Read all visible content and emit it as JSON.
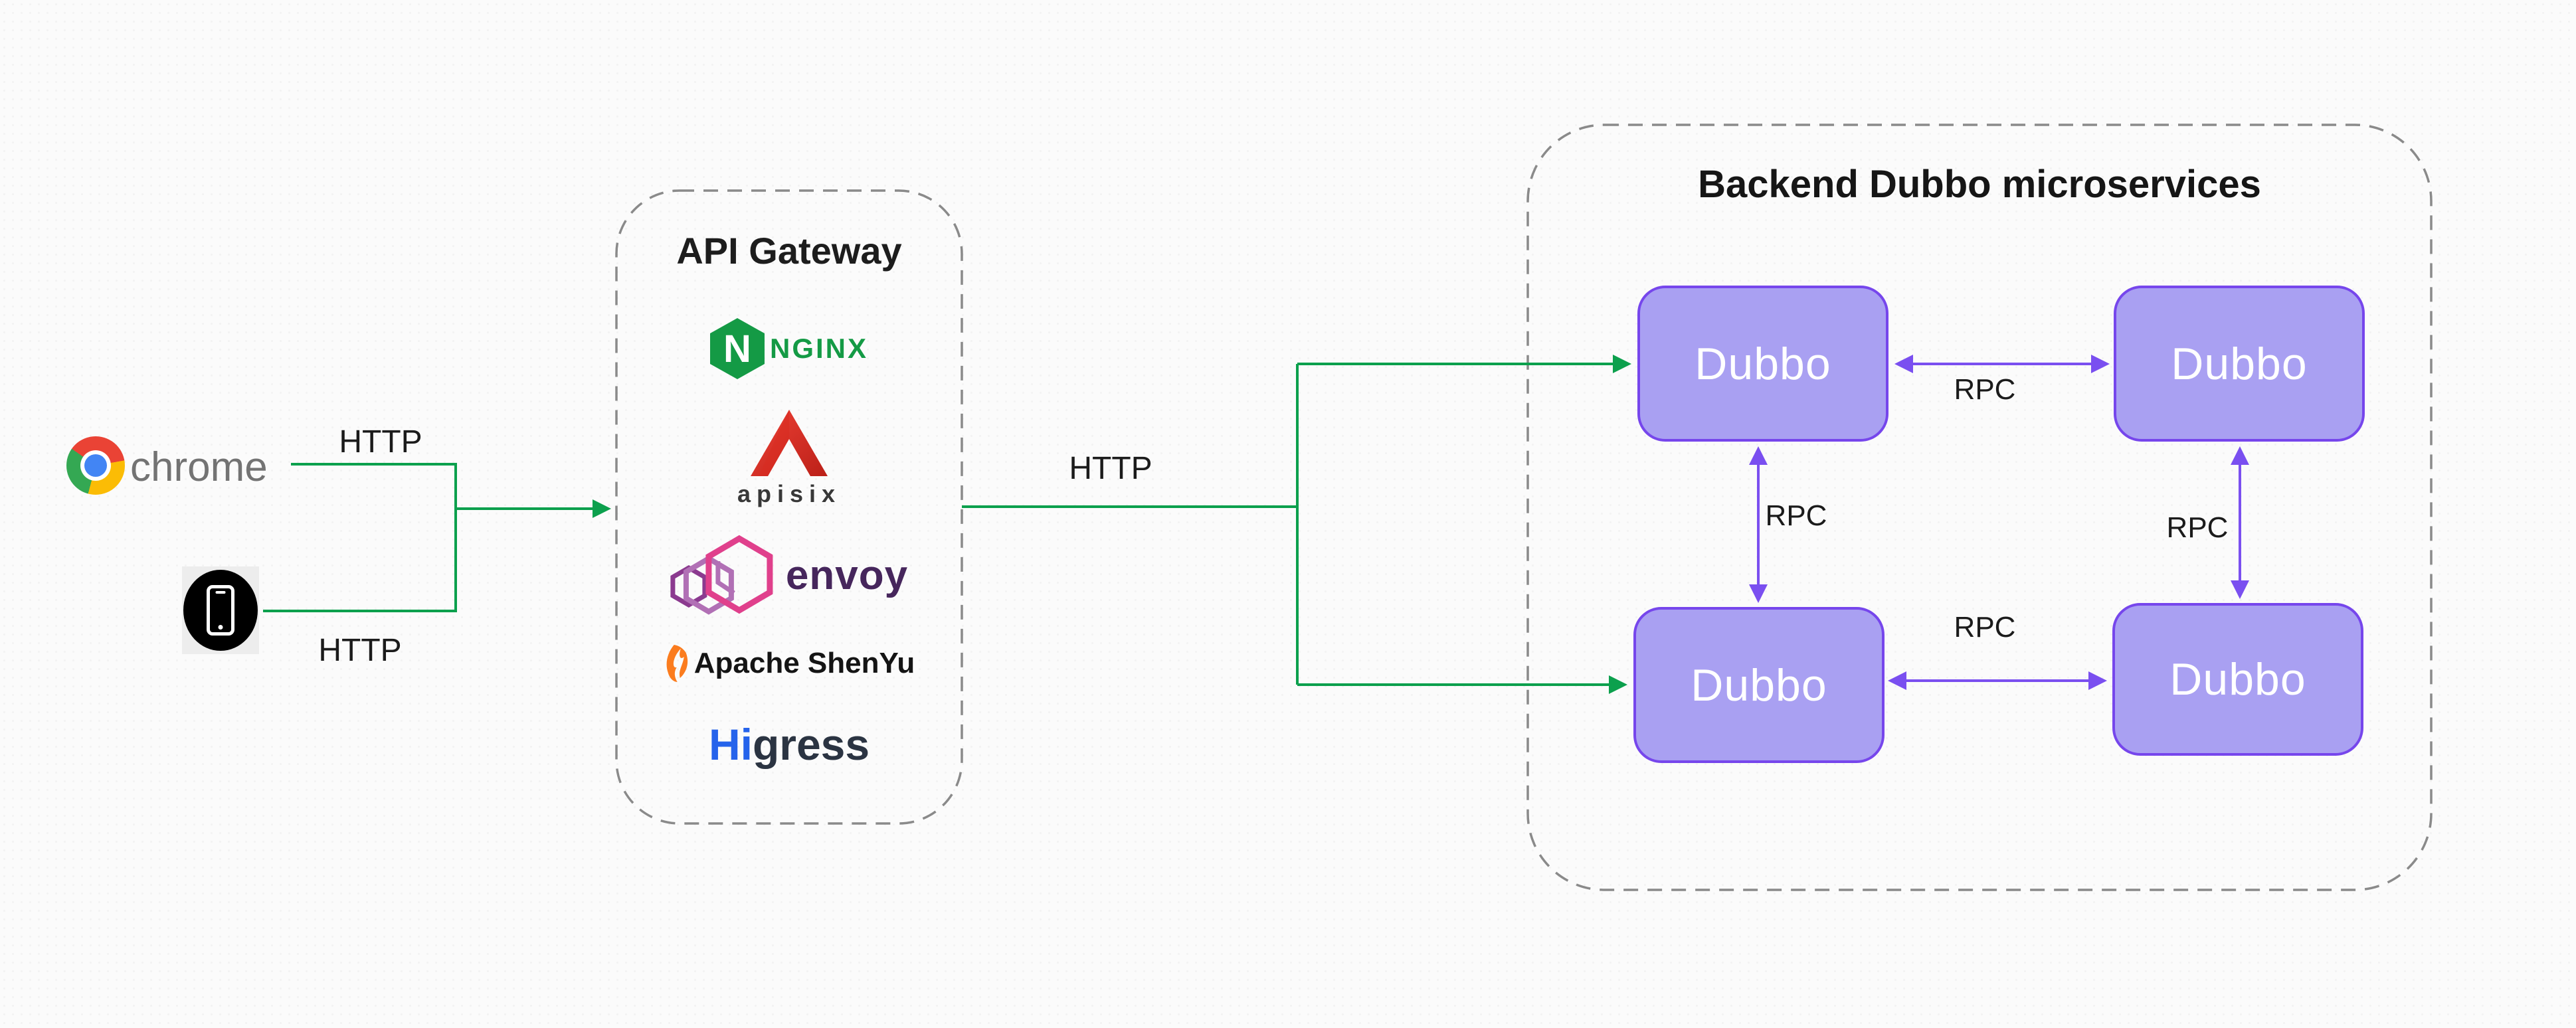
{
  "clients": {
    "chrome_label": "chrome"
  },
  "labels": {
    "http_chrome": "HTTP",
    "http_mobile": "HTTP",
    "http_gateway": "HTTP"
  },
  "gateway": {
    "title": "API Gateway",
    "products": {
      "nginx_letter": "N",
      "nginx_wordmark": "NGINX",
      "apisix_wordmark": "apisix",
      "envoy_wordmark": "envoy",
      "shenyu_wordmark": "Apache ShenYu",
      "higress_hi": "Hi",
      "higress_rest": "gress"
    }
  },
  "backend": {
    "title": "Backend Dubbo microservices",
    "nodes": [
      {
        "label": "Dubbo"
      },
      {
        "label": "Dubbo"
      },
      {
        "label": "Dubbo"
      },
      {
        "label": "Dubbo"
      }
    ],
    "rpc": {
      "top": "RPC",
      "left": "RPC",
      "right": "RPC",
      "bottom": "RPC"
    }
  },
  "colors": {
    "green": "#0ca04d",
    "purple": "#7a4ff0",
    "node-fill": "#a9a0f2",
    "node-border": "#7646ec",
    "dash": "#8a8a8a",
    "text-dark": "#1b1b1b",
    "chrome-gray": "#737373",
    "nginx-green": "#149a45",
    "apisix-text": "#383838",
    "envoy-purple": "#46265c",
    "shenyu-orange": "#fb7c1e",
    "higress-blue": "#2563eb",
    "higress-dark": "#2b3442"
  }
}
